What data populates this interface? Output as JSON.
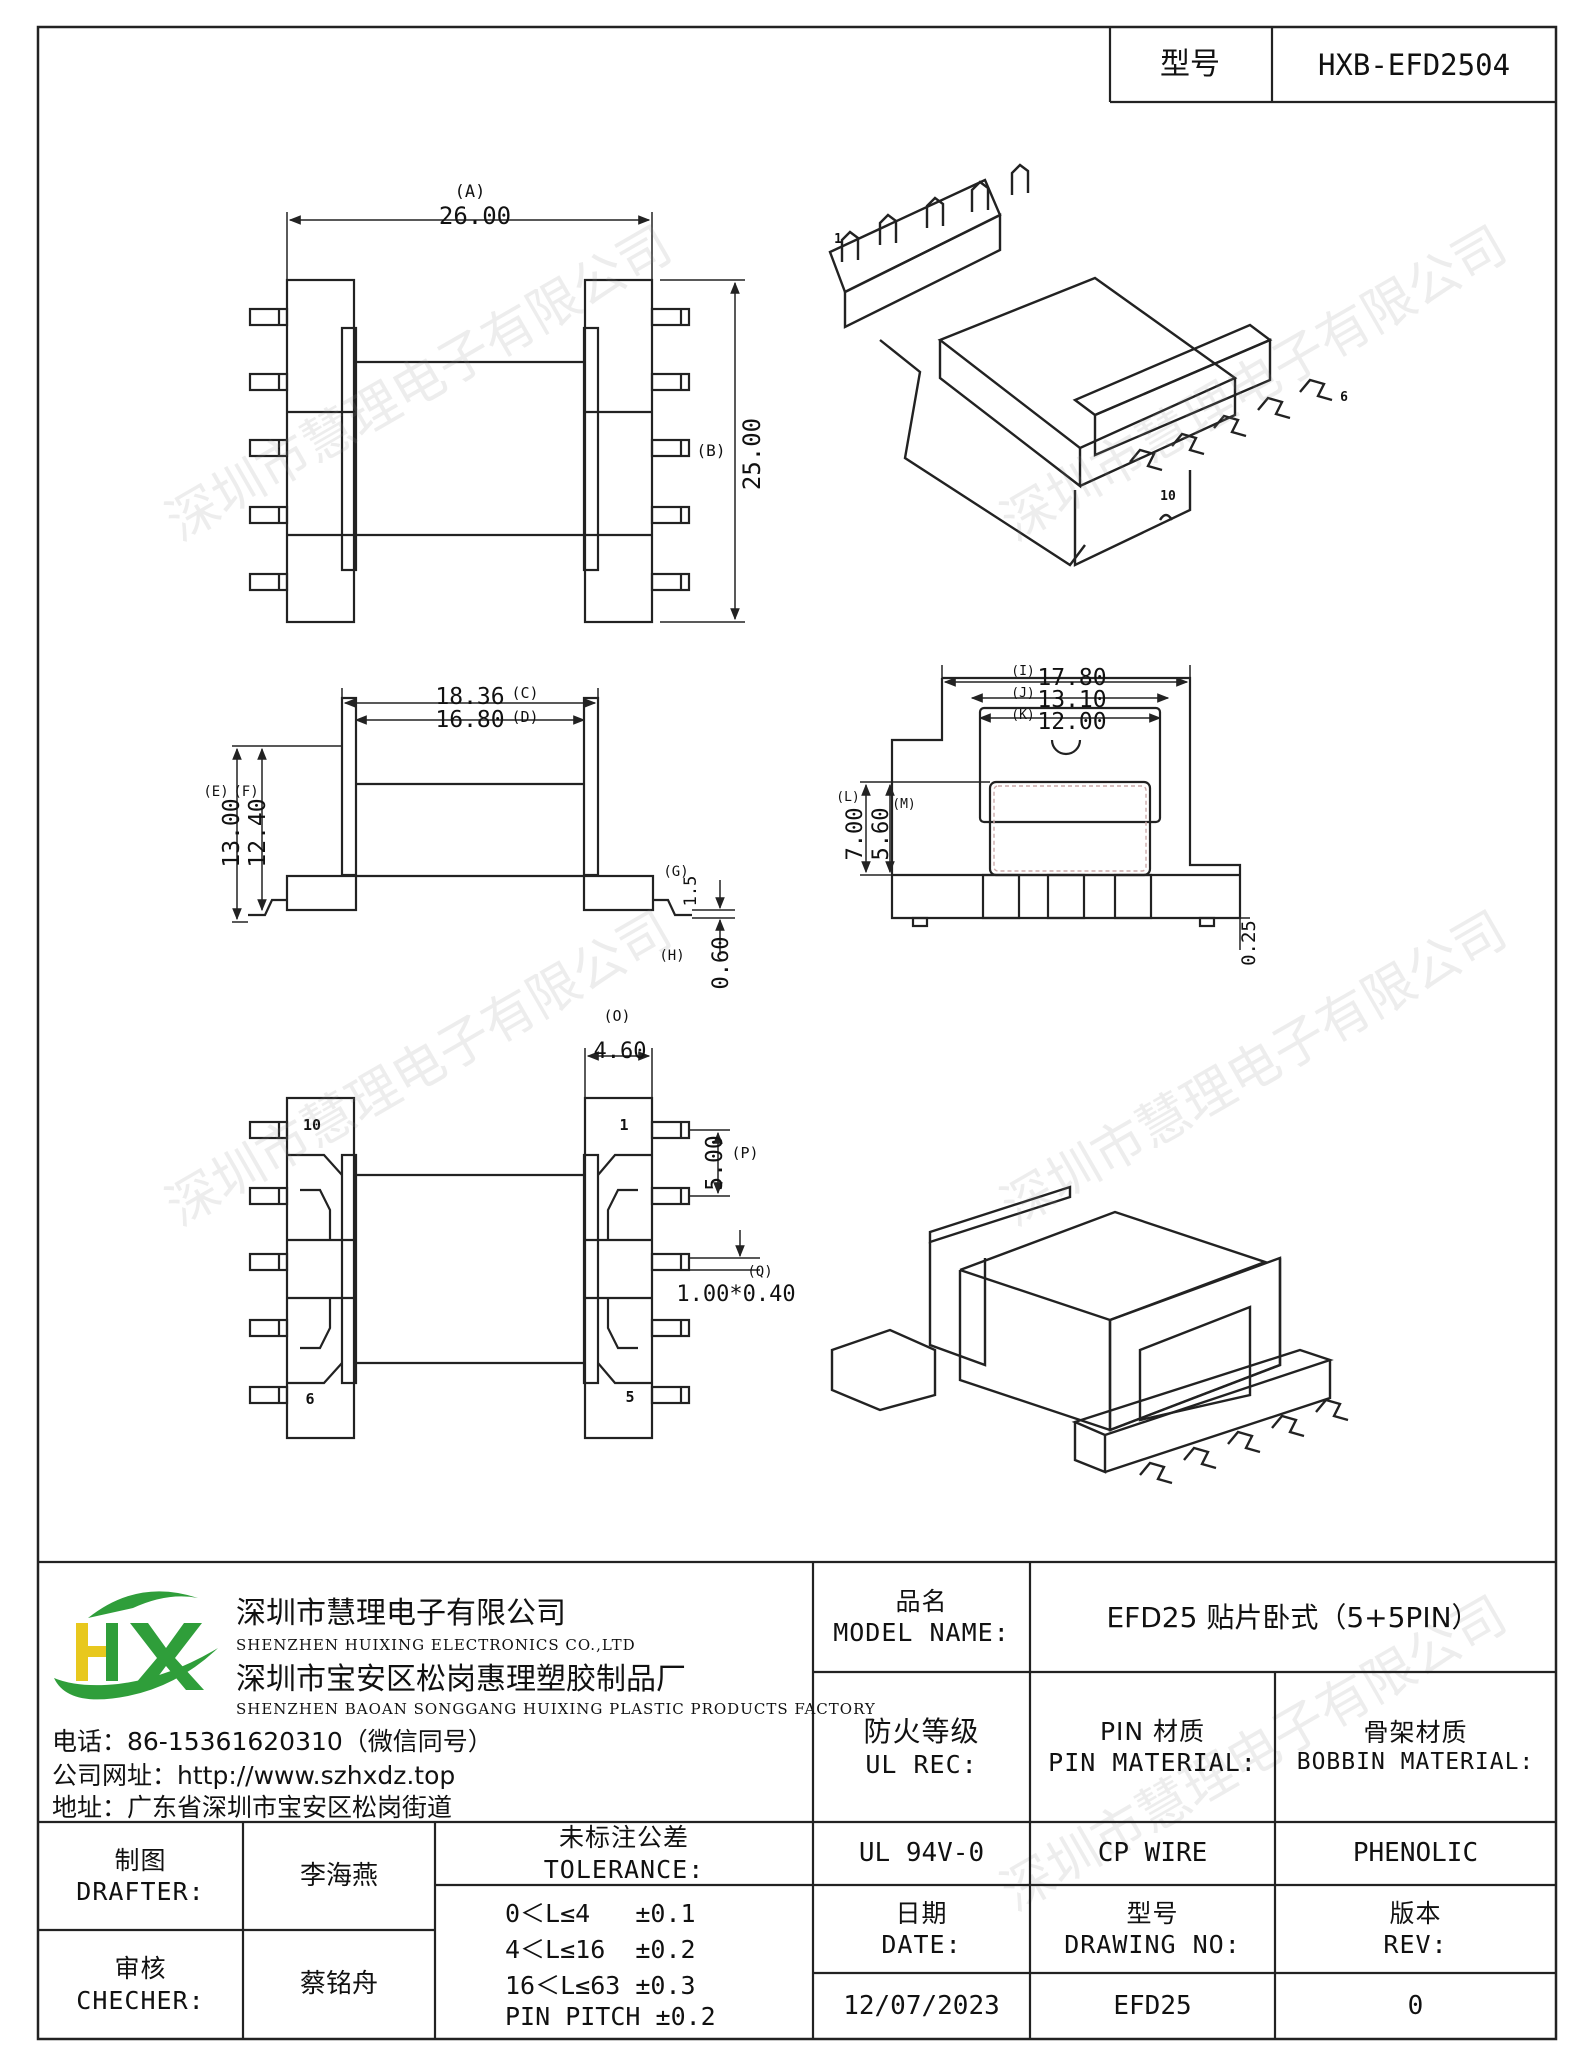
{
  "header": {
    "model_label": "型号",
    "model_value": "HXB-EFD2504"
  },
  "dimensions": {
    "A_label": "(A)",
    "A": "26.00",
    "B_label": "(B)",
    "B": "25.00",
    "C_label": "(C)",
    "C": "18.36",
    "D_label": "(D)",
    "D": "16.80",
    "E_label": "(E)",
    "E": "13.00",
    "F_label": "(F)",
    "F": "12.40",
    "G_label": "(G)",
    "G": "1.5",
    "H_label": "(H)",
    "H": "0.60",
    "I_label": "(I)",
    "I": "17.80",
    "J_label": "(J)",
    "J": "13.10",
    "K_label": "(K)",
    "K": "12.00",
    "L_label": "(L)",
    "L": "7.00",
    "M_label": "(M)",
    "M": "5.60",
    "N": "0.25",
    "O_label": "(O)",
    "O": "4.60",
    "P_label": "(P)",
    "P": "5.00",
    "Q_label": "(Q)",
    "Q": "1.00*0.40"
  },
  "pins": {
    "p1": "1",
    "p5": "5",
    "p6": "6",
    "p10": "10",
    "iso_p1": "1",
    "iso_p6": "6",
    "iso_p10": "10"
  },
  "watermark": "深圳市慧理电子有限公司",
  "company": {
    "name_zh_1": "深圳市慧理电子有限公司",
    "name_en_1": "SHENZHEN HUIXING ELECTRONICS CO.,LTD",
    "name_zh_2": "深圳市宝安区松岗惠理塑胶制品厂",
    "name_en_2": "SHENZHEN BAOAN SONGGANG HUIXING PLASTIC PRODUCTS FACTORY",
    "phone": "电话：86-15361620310（微信同号）",
    "website": "公司网址：http://www.szhxdz.top",
    "address": "地址：广东省深圳市宝安区松岗街道"
  },
  "title_block": {
    "model_name_zh": "品名",
    "model_name_en": "MODEL NAME:",
    "model_name_value": "EFD25 贴片卧式（5+5PIN）",
    "ul_zh": "防火等级",
    "ul_en": "UL REC:",
    "ul_value": "UL 94V-0",
    "pin_zh": "PIN 材质",
    "pin_en": "PIN MATERIAL:",
    "pin_value": "CP WIRE",
    "bobbin_zh": "骨架材质",
    "bobbin_en": "BOBBIN MATERIAL:",
    "bobbin_value": "PHENOLIC",
    "drafter_zh": "制图",
    "drafter_en": "DRAFTER:",
    "drafter_value": "李海燕",
    "checker_zh": "审核",
    "checker_en": "CHECHER:",
    "checker_value": "蔡铭舟",
    "tol_zh": "未标注公差",
    "tol_en": "TOLERANCE:",
    "tol_lines": [
      "0＜L≤4   ±0.1",
      "4＜L≤16  ±0.2",
      "16＜L≤63 ±0.3",
      "PIN PITCH ±0.2"
    ],
    "date_zh": "日期",
    "date_en": "DATE:",
    "date_value": "12/07/2023",
    "drawing_zh": "型号",
    "drawing_en": "DRAWING NO:",
    "drawing_value": "EFD25",
    "rev_zh": "版本",
    "rev_en": "REV:",
    "rev_value": "0"
  },
  "colors": {
    "logo_green": "#2f9e3a",
    "logo_yellow": "#e8c81e",
    "line": "#222222"
  }
}
